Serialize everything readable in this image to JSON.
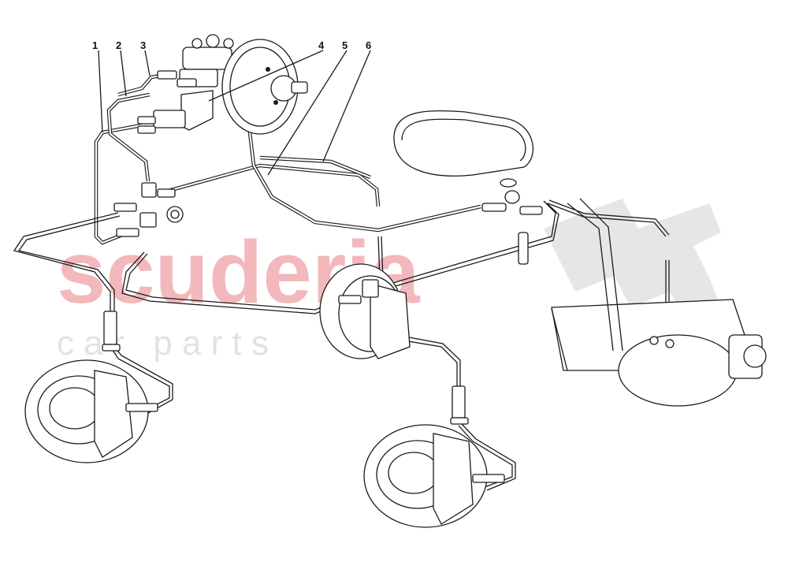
{
  "watermark": {
    "main": "scuderia",
    "sub": "c a r   p a r t s",
    "main_color": "#f3b8bc",
    "sub_color": "#e2e2e2",
    "flag_color": "#e6e6e6"
  },
  "callouts": [
    "1",
    "2",
    "3",
    "4",
    "5",
    "6"
  ]
}
